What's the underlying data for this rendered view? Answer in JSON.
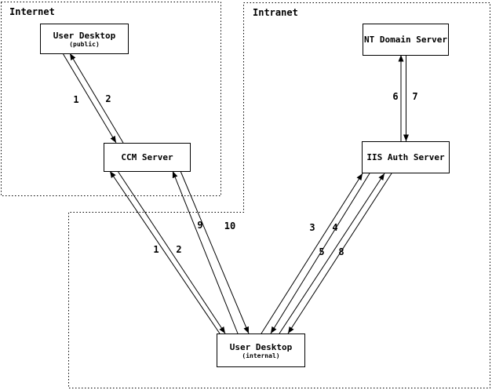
{
  "diagram": {
    "zones": [
      {
        "id": "internet",
        "label": "Internet"
      },
      {
        "id": "intranet",
        "label": "Intranet"
      }
    ],
    "nodes": [
      {
        "id": "user-desktop-public",
        "title": "User Desktop",
        "subtitle": "(public)",
        "zone": "internet"
      },
      {
        "id": "ccm-server",
        "title": "CCM Server",
        "subtitle": "",
        "zone": "internet"
      },
      {
        "id": "nt-domain-server",
        "title": "NT Domain Server",
        "subtitle": "",
        "zone": "intranet"
      },
      {
        "id": "iis-auth-server",
        "title": "IIS Auth Server",
        "subtitle": "",
        "zone": "intranet"
      },
      {
        "id": "user-desktop-internal",
        "title": "User Desktop",
        "subtitle": "(internal)",
        "zone": "intranet"
      }
    ],
    "edges": [
      {
        "label": "1",
        "from": "user-desktop-public",
        "to": "ccm-server"
      },
      {
        "label": "2",
        "from": "ccm-server",
        "to": "user-desktop-public"
      },
      {
        "label": "1",
        "from": "user-desktop-internal",
        "to": "ccm-server"
      },
      {
        "label": "2",
        "from": "ccm-server",
        "to": "user-desktop-internal"
      },
      {
        "label": "9",
        "from": "user-desktop-internal",
        "to": "ccm-server"
      },
      {
        "label": "10",
        "from": "ccm-server",
        "to": "user-desktop-internal"
      },
      {
        "label": "3",
        "from": "user-desktop-internal",
        "to": "iis-auth-server"
      },
      {
        "label": "4",
        "from": "iis-auth-server",
        "to": "user-desktop-internal"
      },
      {
        "label": "5",
        "from": "user-desktop-internal",
        "to": "iis-auth-server"
      },
      {
        "label": "8",
        "from": "iis-auth-server",
        "to": "user-desktop-internal"
      },
      {
        "label": "6",
        "from": "iis-auth-server",
        "to": "nt-domain-server"
      },
      {
        "label": "7",
        "from": "nt-domain-server",
        "to": "iis-auth-server"
      }
    ],
    "colors": {
      "line": "#000000",
      "background": "#ffffff"
    }
  }
}
